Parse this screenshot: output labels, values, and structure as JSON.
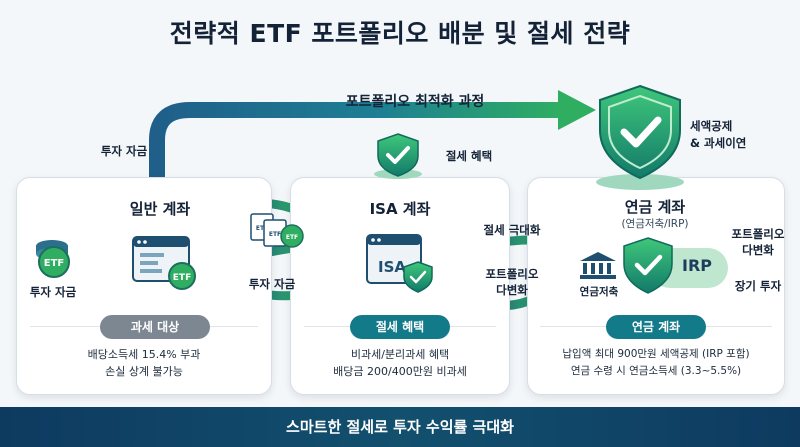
{
  "title": "전략적 ETF 포트폴리오 배분 및 절세 전략",
  "flow": {
    "optimization_label": "포트폴리오 최적화 과정",
    "investment_funds_top": "투자 자금",
    "investment_funds_left": "투자 자금",
    "investment_funds_mid": "투자 자금",
    "tax_benefit_top": "절세 혜택",
    "tax_max": "절세 극대화",
    "portfolio_div": "포트폴리오\n다변화",
    "tax_deduction": "세액공제\n& 과세이연",
    "portfolio_div_right": "포트폴리오\n다변화",
    "long_term": "장기 투자"
  },
  "icons": {
    "coin_text": "ETF",
    "browser_badge": "ETF",
    "mini_doc": "ETF",
    "isa_text": "ISA",
    "irp_text": "IRP"
  },
  "cards": {
    "general": {
      "title": "일반 계좌",
      "pill": "과세 대상",
      "desc1": "배당소득세 15.4% 부과",
      "desc2": "손실 상계 불가능"
    },
    "isa": {
      "title": "ISA 계좌",
      "pill": "절세 혜택",
      "desc1": "비과세/분리과세 혜택",
      "desc2": "배당금 200/400만원 비과세"
    },
    "pension": {
      "title": "연금 계좌",
      "subtitle": "(연금저축/IRP)",
      "bank_label": "연금저축",
      "pill": "연금 계좌",
      "desc1": "납입액 최대 900만원 세액공제 (IRP 포함)",
      "desc2": "연금 수령 시 연금소득세 (3.3~5.5%)"
    }
  },
  "footer": "스마트한 절세로 투자 수익률 극대화",
  "colors": {
    "navy": "#142238",
    "teal": "#137a8a",
    "green": "#2fae62",
    "gray_pill": "#7c8792",
    "footer_bg": "#0e3a60"
  }
}
